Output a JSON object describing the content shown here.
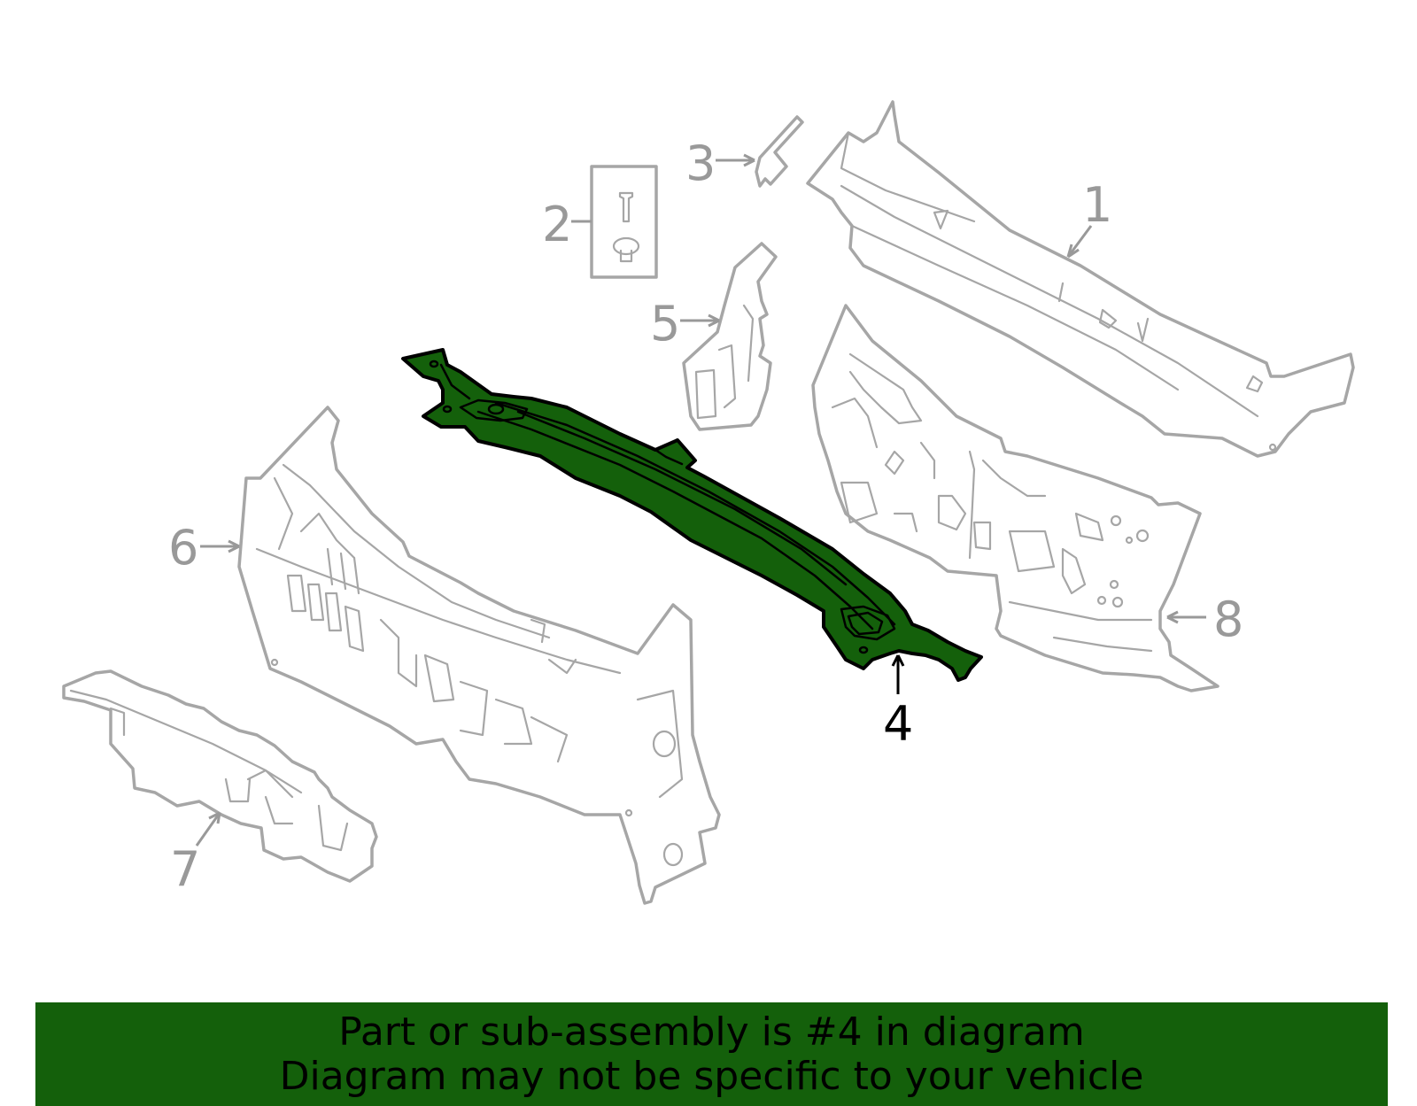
{
  "diagram": {
    "highlight_color": "#14600b",
    "line_color": "#a6a6a6",
    "callouts": [
      {
        "id": "1",
        "label": "1"
      },
      {
        "id": "2",
        "label": "2"
      },
      {
        "id": "3",
        "label": "3"
      },
      {
        "id": "4",
        "label": "4",
        "highlighted": true
      },
      {
        "id": "5",
        "label": "5"
      },
      {
        "id": "6",
        "label": "6"
      },
      {
        "id": "7",
        "label": "7"
      },
      {
        "id": "8",
        "label": "8"
      }
    ]
  },
  "banner": {
    "line1": "Part or sub-assembly is #4 in diagram",
    "line2": "Diagram may not be specific to your vehicle",
    "background_color": "#14600b"
  }
}
